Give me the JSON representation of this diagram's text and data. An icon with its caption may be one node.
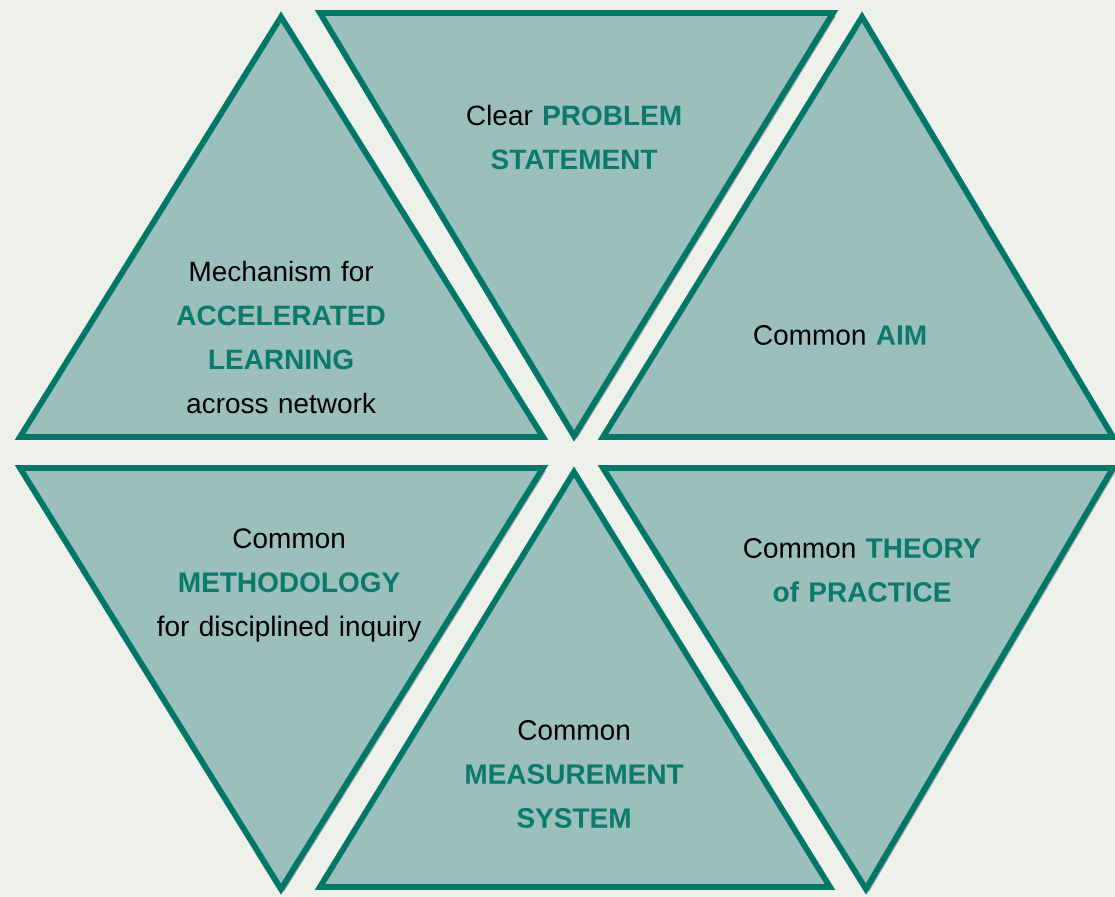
{
  "diagram": {
    "nodes": [
      {
        "text": [
          "Mechanism for **ACCELERATED LEARNING** across network"
        ]
      },
      {
        "text": [
          "Clear **PROBLEM STATEMENT**"
        ]
      },
      {
        "text": [
          "Common **AIM**"
        ]
      },
      {
        "text": [
          "Common **METHODOLOGY** for disciplined inquiry"
        ]
      },
      {
        "text": [
          "Common **MEASUREMENT SYSTEM**"
        ]
      },
      {
        "text": [
          "Common **THEORY of PRACTICE**"
        ]
      }
    ]
  }
}
